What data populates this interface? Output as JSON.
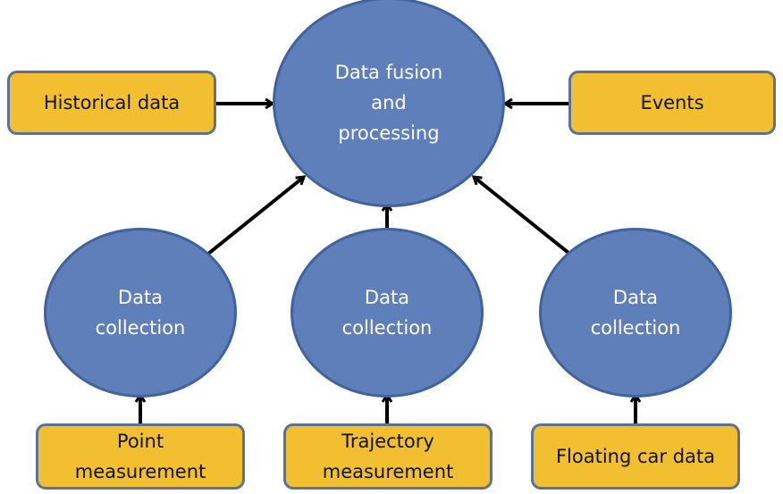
{
  "colors": {
    "circle_fill": "#5f7fbb",
    "circle_border": "#40639e",
    "box_fill": "#f1bf2f",
    "box_border": "#5d7290",
    "arrow": "#000000"
  },
  "center": {
    "lines": [
      "Data fusion",
      "and",
      "processing"
    ]
  },
  "inputs": {
    "historical": "Historical data",
    "events": "Events"
  },
  "collection": [
    {
      "lines": [
        "Data",
        "collection"
      ]
    },
    {
      "lines": [
        "Data",
        "collection"
      ]
    },
    {
      "lines": [
        "Data",
        "collection"
      ]
    }
  ],
  "sources": [
    {
      "lines": [
        "Point",
        "measurement"
      ]
    },
    {
      "lines": [
        "Trajectory",
        "measurement"
      ]
    },
    {
      "lines": [
        "Floating car data"
      ]
    }
  ]
}
